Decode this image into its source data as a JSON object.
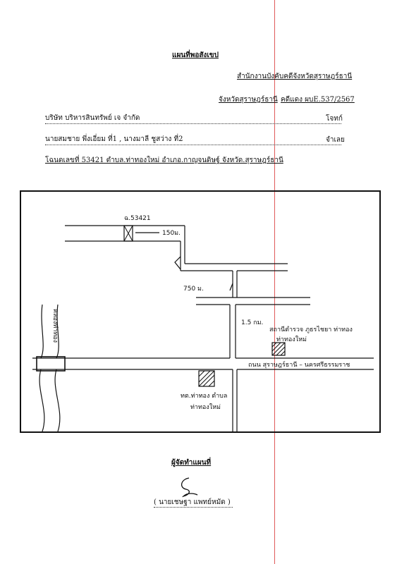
{
  "header": {
    "title": "แผนที่พอสังเขป",
    "office": "สำนักงานบังคับคดีจังหวัดสุราษฎร์ธานี",
    "province_case_prefix": "จังหวัดสุราษฎร์ธานี",
    "case_number": "คดีแดง ผบE.537/2567"
  },
  "parties": {
    "plaintiff_name": "บริษัท บริหารสินทรัพย์ เจ จำกัด",
    "plaintiff_role": "โจทก์",
    "defendant_names": "นายสมชาย พึ่งเอี่ยม ที่1 , นางมาลี ชูสว่าง ที่2",
    "defendant_role": "จำเลย"
  },
  "deed": {
    "line": "โฉนดเลขที่ 53421    ตำบล.ท่าทองใหม่   อำเภอ.กาญจนดิษฐ์   จังหวัด.สุราษฎร์ธานี"
  },
  "map": {
    "deed_label": "ฉ.53421",
    "dist_150": "150ม.",
    "dist_750": "750 ม.",
    "dist_15": "1.5 กม.",
    "canal_label": "คลองท่าทอง",
    "police_label_1": "สถานีตำรวจ ภูธรไชยา ท่าทอง",
    "police_label_2": "ท่าทองใหม่",
    "road_label": "ถนน สุราษฎร์ธานี – นครศรีธรรมราช",
    "sao_label_1": "ทต.ท่าทอง ตำบล",
    "sao_label_2": "ท่าทองใหม่"
  },
  "footer": {
    "maker_title": "ผู้จัดทำแผนที่",
    "maker_name": "( นายเชษฐา แพทย์หมัด )"
  }
}
